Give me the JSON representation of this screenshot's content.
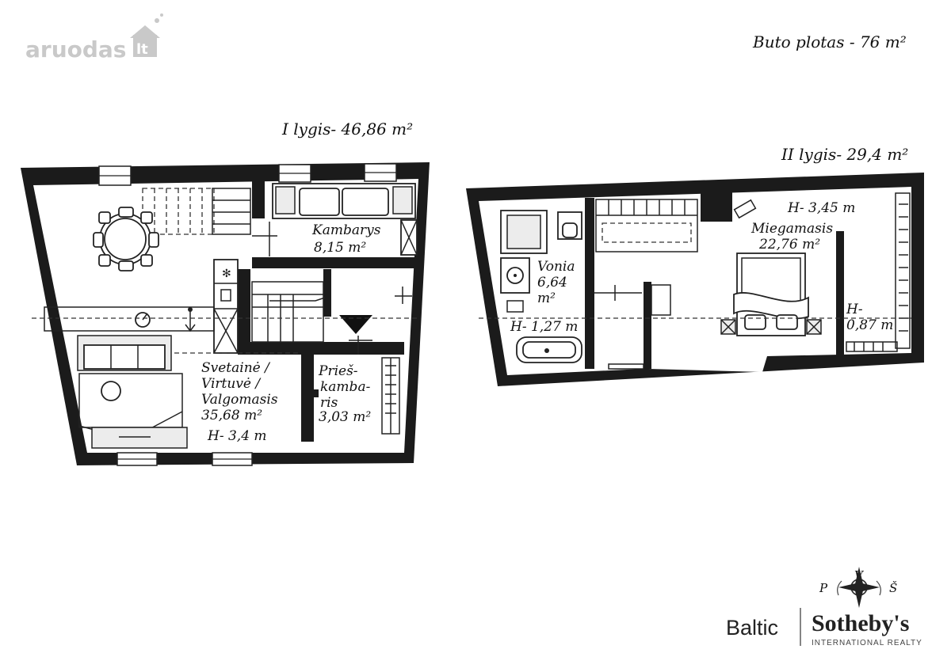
{
  "watermark": {
    "name": "aruodas",
    "suffix": "lt"
  },
  "header": {
    "total_area": "Buto plotas - 76 m²"
  },
  "level1": {
    "title": "I lygis- 46,86 m²",
    "rooms": {
      "kambarys": {
        "name": "Kambarys",
        "area": "8,15 m²"
      },
      "living": {
        "line1": "Svetainė /",
        "line2": "Virtuvė /",
        "line3": "Valgomasis",
        "area": "35,68 m²",
        "height": "H- 3,4 m"
      },
      "hall": {
        "line1": "Prieš-",
        "line2": "kamba-",
        "line3": "ris",
        "area": "3,03 m²"
      }
    }
  },
  "level2": {
    "title": "II lygis- 29,4 m²",
    "rooms": {
      "vonia": {
        "name": "Vonia",
        "area_num": "6,64",
        "area_unit": "m²",
        "height": "H- 1,27 m"
      },
      "bedroom": {
        "name": "Miegamasis",
        "area": "22,76 m²",
        "height": "H- 3,45 m"
      },
      "low_height": {
        "line1": "H-",
        "line2": "0,87 m"
      }
    }
  },
  "compass": {
    "north": "V",
    "west": "P",
    "east": "Š"
  },
  "brand": {
    "region": "Baltic",
    "name": "Sotheby's",
    "subtitle": "INTERNATIONAL REALTY"
  }
}
